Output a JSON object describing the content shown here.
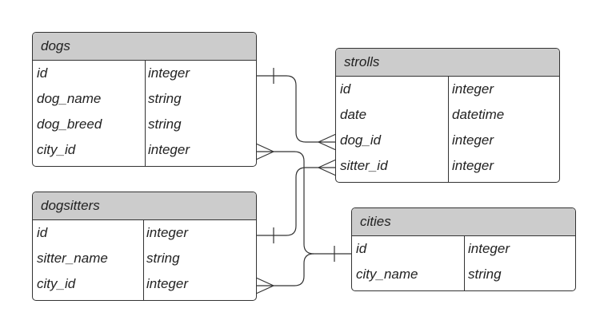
{
  "entities": {
    "dogs": {
      "title": "dogs",
      "columns": [
        {
          "name": "id",
          "type": "integer"
        },
        {
          "name": "dog_name",
          "type": "string"
        },
        {
          "name": "dog_breed",
          "type": "string"
        },
        {
          "name": "city_id",
          "type": "integer"
        }
      ]
    },
    "strolls": {
      "title": "strolls",
      "columns": [
        {
          "name": "id",
          "type": "integer"
        },
        {
          "name": "date",
          "type": "datetime"
        },
        {
          "name": "dog_id",
          "type": "integer"
        },
        {
          "name": "sitter_id",
          "type": "integer"
        }
      ]
    },
    "dogsitters": {
      "title": "dogsitters",
      "columns": [
        {
          "name": "id",
          "type": "integer"
        },
        {
          "name": "sitter_name",
          "type": "string"
        },
        {
          "name": "city_id",
          "type": "integer"
        }
      ]
    },
    "cities": {
      "title": "cities",
      "columns": [
        {
          "name": "id",
          "type": "integer"
        },
        {
          "name": "city_name",
          "type": "string"
        }
      ]
    }
  },
  "colors": {
    "header_fill": "#cccccc",
    "border": "#333333",
    "text": "#222222"
  }
}
